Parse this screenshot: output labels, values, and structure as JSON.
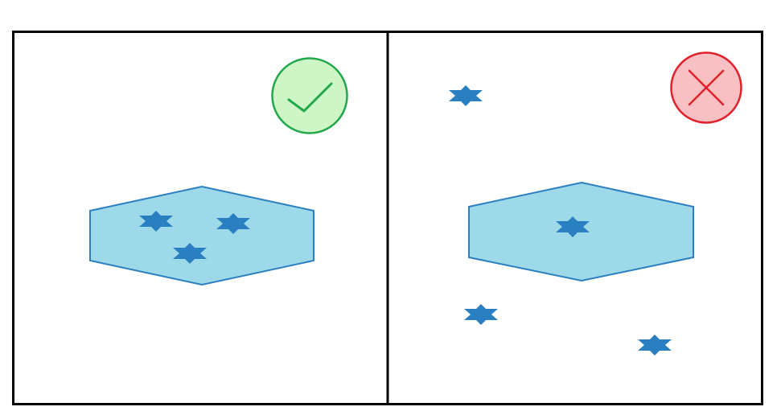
{
  "colors": {
    "frame": "#000000",
    "hexagon_fill": "#9ED9EA",
    "hexagon_stroke": "#2A7FC1",
    "star_fill": "#2A7FC1",
    "check_fill": "#CDF5C6",
    "check_stroke": "#22A84A",
    "cross_fill": "#F8C0C3",
    "cross_stroke": "#E0202A"
  },
  "panels": [
    {
      "name": "panel-correct",
      "status": "correct",
      "status_icon": "checkmark-icon",
      "stars_inside_hexagon": 3,
      "stars_outside_hexagon": 0
    },
    {
      "name": "panel-incorrect",
      "status": "incorrect",
      "status_icon": "cross-icon",
      "stars_inside_hexagon": 1,
      "stars_outside_hexagon": 3
    }
  ]
}
